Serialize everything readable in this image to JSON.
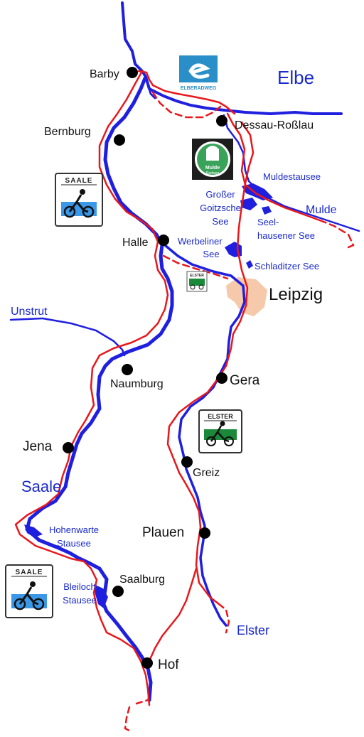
{
  "colors": {
    "river": "#1f1fe0",
    "route": "#e8181c",
    "water_label": "#1a2acc",
    "city_label": "#111111",
    "city_dot": "#000000",
    "leipzig_area": "#f5c9a9"
  },
  "rivers": {
    "elbe": "Elbe",
    "mulde": "Mulde",
    "saale": "Saale",
    "unstrut": "Unstrut",
    "elster": "Elster"
  },
  "lakes": {
    "muldestausee": "Muldestausee",
    "goitzsche_1": "Großer",
    "goitzsche_2": "Goitzsche",
    "goitzsche_3": "See",
    "seelhausener_1": "Seel-",
    "seelhausener_2": "hausener See",
    "werbeliner_1": "Werbeliner",
    "werbeliner_2": "See",
    "schladitzer": "Schladitzer See",
    "hohenwarte_1": "Hohenwarte",
    "hohenwarte_2": "Stausee",
    "bleiloch_1": "Bleiloch",
    "bleiloch_2": "Stausee"
  },
  "cities": {
    "barby": "Barby",
    "dessau": "Dessau-Roßlau",
    "bernburg": "Bernburg",
    "halle": "Halle",
    "leipzig": "Leipzig",
    "naumburg": "Naumburg",
    "gera": "Gera",
    "jena": "Jena",
    "greiz": "Greiz",
    "plauen": "Plauen",
    "saalburg": "Saalburg",
    "hof": "Hof"
  },
  "logos": {
    "elberadweg_1": "ELBERADWEG",
    "mulde_1": "Mulde",
    "mulde_2": "Radweg",
    "saale_1": "SAALE",
    "saale_2": "SAALE",
    "elster_small": "ELSTER",
    "elster_big": "ELSTER"
  },
  "icons": [
    "elberadweg-logo",
    "mulde-radweg-logo",
    "saale-radweg-logo",
    "elster-radweg-logo",
    "cyclist-icon"
  ]
}
